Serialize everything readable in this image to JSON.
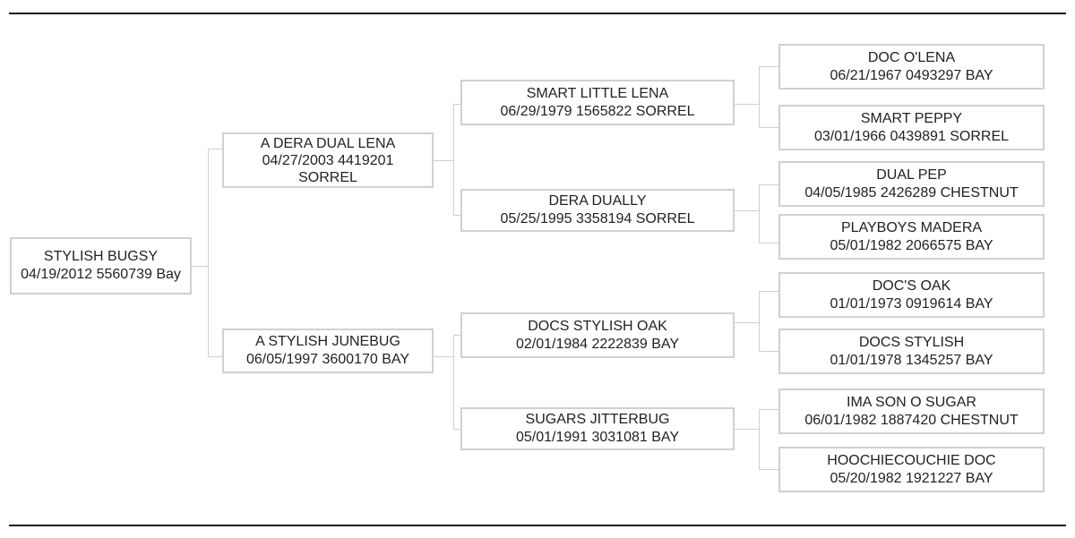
{
  "pedigree": {
    "subject": {
      "name": "STYLISH BUGSY",
      "info": "04/19/2012 5560739 Bay"
    },
    "sire": {
      "name": "A DERA DUAL LENA",
      "info1": "04/27/2003 4419201",
      "info2": "SORREL"
    },
    "dam": {
      "name": "A STYLISH JUNEBUG",
      "info": "06/05/1997 3600170 BAY"
    },
    "sire_sire": {
      "name": "SMART LITTLE LENA",
      "info": "06/29/1979 1565822 SORREL"
    },
    "sire_dam": {
      "name": "DERA DUALLY",
      "info": "05/25/1995 3358194 SORREL"
    },
    "dam_sire": {
      "name": "DOCS STYLISH OAK",
      "info": "02/01/1984 2222839 BAY"
    },
    "dam_dam": {
      "name": "SUGARS JITTERBUG",
      "info": "05/01/1991 3031081 BAY"
    },
    "g1": {
      "name": "DOC O'LENA",
      "info": "06/21/1967 0493297 BAY"
    },
    "g2": {
      "name": "SMART PEPPY",
      "info": "03/01/1966 0439891 SORREL"
    },
    "g3": {
      "name": "DUAL PEP",
      "info": "04/05/1985 2426289 CHESTNUT"
    },
    "g4": {
      "name": "PLAYBOYS MADERA",
      "info": "05/01/1982 2066575 BAY"
    },
    "g5": {
      "name": "DOC'S OAK",
      "info": "01/01/1973 0919614 BAY"
    },
    "g6": {
      "name": "DOCS STYLISH",
      "info": "01/01/1978 1345257 BAY"
    },
    "g7": {
      "name": "IMA SON O SUGAR",
      "info": "06/01/1982 1887420 CHESTNUT"
    },
    "g8": {
      "name": "HOOCHIECOUCHIE DOC",
      "info": "05/20/1982 1921227 BAY"
    }
  }
}
